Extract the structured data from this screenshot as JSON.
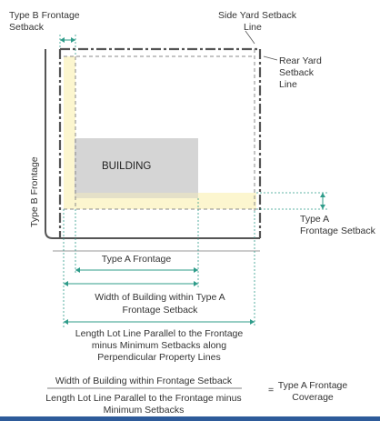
{
  "labels": {
    "type_b_frontage_setback": [
      "Type B Frontage",
      "Setback"
    ],
    "side_yard_setback_line": [
      "Side Yard Setback",
      "Line"
    ],
    "rear_yard_setback_line": [
      "Rear Yard",
      "Setback",
      "Line"
    ],
    "building": "BUILDING",
    "type_b_frontage": "Type B Frontage",
    "type_a_frontage_setback": [
      "Type A",
      "Frontage Setback"
    ],
    "type_a_frontage": "Type A Frontage",
    "width_building_type_a_setback": [
      "Width of Building within Type A",
      "Frontage Setback"
    ],
    "length_lot_line": [
      "Length Lot Line Parallel to the Frontage",
      "minus Minimum Setbacks along",
      "Perpendicular Property Lines"
    ]
  },
  "formula": {
    "numerator": "Width of Building within Frontage Setback",
    "denominator": [
      "Length Lot Line Parallel to the Frontage minus",
      "Minimum Setbacks"
    ],
    "equals": "=",
    "result": [
      "Type A Frontage",
      "Coverage"
    ]
  },
  "colors": {
    "setback_zone": "#fcf6cf",
    "building_fill": "#d5d5d5",
    "lot_line": "#555555",
    "setback_line": "#8a8a8a",
    "dimension_line": "#2f9c8a",
    "footer_bar": "#2e5b9a"
  }
}
